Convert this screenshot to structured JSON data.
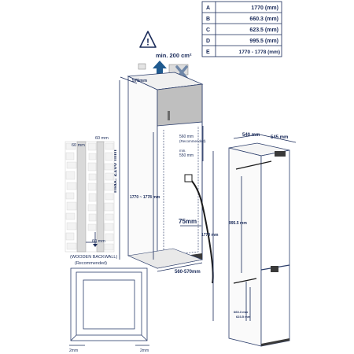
{
  "table": {
    "rows": [
      {
        "letter": "A",
        "value": "1770 (mm)"
      },
      {
        "letter": "B",
        "value": "660.3 (mm)"
      },
      {
        "letter": "C",
        "value": "623.5 (mm)"
      },
      {
        "letter": "D",
        "value": "995.5 (mm)"
      },
      {
        "letter": "E",
        "value": "1770 - 1778 (mm)"
      }
    ]
  },
  "labels": {
    "vent_area": "min. 200 cm²",
    "cabinet_depth_top": "575mm",
    "max_height": "max. 2100 mm",
    "niche_height": "1770 ~ 1778 mm",
    "niche_width": "560-570mm",
    "side_575": "575mm",
    "inner_560": "560 mm",
    "inner_recommended": "(Recommended)",
    "inner_550": "550 mm",
    "min_label": "min.",
    "backwall_60_left": "60 mm",
    "backwall_60_right": "60 mm",
    "backwall_60_bottom": "60 mm",
    "wooden_backwall": "(WOODEN BACKWALL)",
    "wooden_recommended": "(Recommended)",
    "appliance_width": "540 mm",
    "appliance_depth": "545 mm",
    "appliance_height": "1770 mm",
    "upper_door": "995.5 mm",
    "lower_door_a": "660.3 mm",
    "lower_door_b": "623.5 mm",
    "gap_left": "2mm",
    "gap_right": "2mm",
    "hinge_value": "75mm"
  },
  "colors": {
    "ink": "#1a2b5a",
    "vent_arrow": "#1f5a8f",
    "block_x": "#6f87a8",
    "cabinet_top": "#bfbfbf",
    "appliance_base": "#3a3a3a"
  }
}
